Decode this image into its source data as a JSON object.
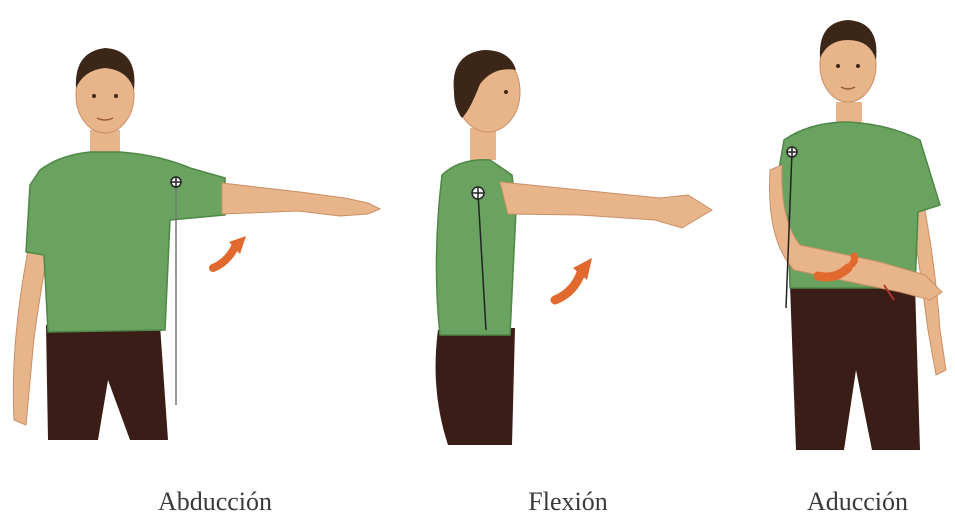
{
  "figures": [
    {
      "caption": "Abducción"
    },
    {
      "caption": "Flexión"
    },
    {
      "caption": "Aducción"
    }
  ],
  "colors": {
    "skin": "#e8b48a",
    "skin_shadow": "#c98f66",
    "hair": "#3b2618",
    "shirt": "#6aa35f",
    "shirt_dark": "#4f8747",
    "pants": "#3a1d17",
    "arrow": "#e2692d",
    "marker": "#222222"
  }
}
